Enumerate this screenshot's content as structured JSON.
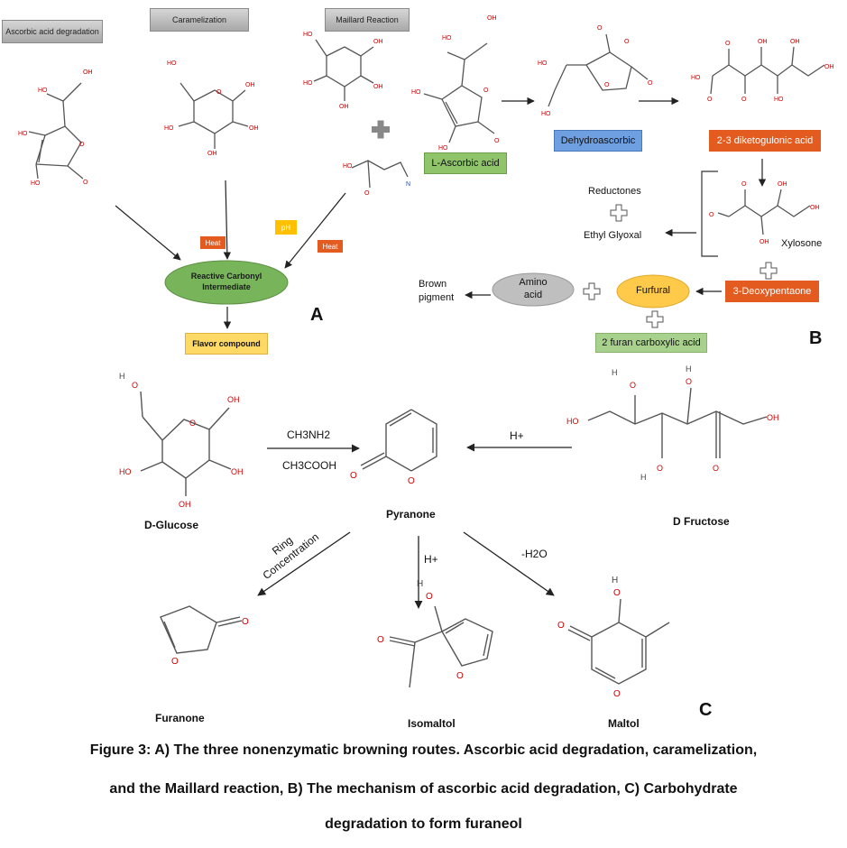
{
  "panel_a": {
    "label": "A",
    "tab_ascorbic": "Ascorbic acid degradation",
    "tab_caramel": "Caramelization",
    "tab_maillard": "Maillard Reaction",
    "heat1": "Heat",
    "heat2": "Heat",
    "ph": "pH",
    "intermediate_line1": "Reactive Carbonyl",
    "intermediate_line2": "Intermediate",
    "flavor": "Flavor compound"
  },
  "panel_b": {
    "label": "B",
    "l_ascorbic": "L-Ascorbic acid",
    "dehydro": "Dehydroascorbic",
    "diketo": "2-3 diketogulonic acid",
    "reductones": "Reductones",
    "ethyl_glyoxal": "Ethyl Glyoxal",
    "xylosone": "Xylosone",
    "deoxypentaone": "3-Deoxypentaone",
    "furfural": "Furfural",
    "amino_line1": "Amino",
    "amino_line2": "acid",
    "brown_line1": "Brown",
    "brown_line2": "pigment",
    "furan_carboxylic": "2 furan carboxylic acid"
  },
  "panel_c": {
    "label": "C",
    "glucose": "D-Glucose",
    "fructose": "D Fructose",
    "pyranone": "Pyranone",
    "furanone": "Furanone",
    "isomaltol": "Isomaltol",
    "maltol": "Maltol",
    "reagent_top": "CH3NH2",
    "reagent_bottom": "CH3COOH",
    "h_plus_right": "H+",
    "h_plus_down": "H+",
    "minus_water": "-H2O",
    "ring_line1": "Ring",
    "ring_line2": "Concentration"
  },
  "caption": {
    "line1": "Figure 3: A) The three nonenzymatic browning routes. Ascorbic acid degradation, caramelization,",
    "line2": "and the Maillard reaction, B) The mechanism of ascorbic acid degradation, C) Carbohydrate",
    "line3": "degradation to form furaneol"
  },
  "colors": {
    "heat": "#e35b1f",
    "ph": "#ffc000",
    "intermediate": "#77b45a",
    "flavor": "#ffd966",
    "l_ascorbic": "#8fc46a",
    "dehydro": "#6e9fe0",
    "diketo": "#e35b1f",
    "furfural": "#ffc94a",
    "amino": "#bfbfbf",
    "furan": "#a9d18e",
    "oxygen": "#cc0000"
  }
}
